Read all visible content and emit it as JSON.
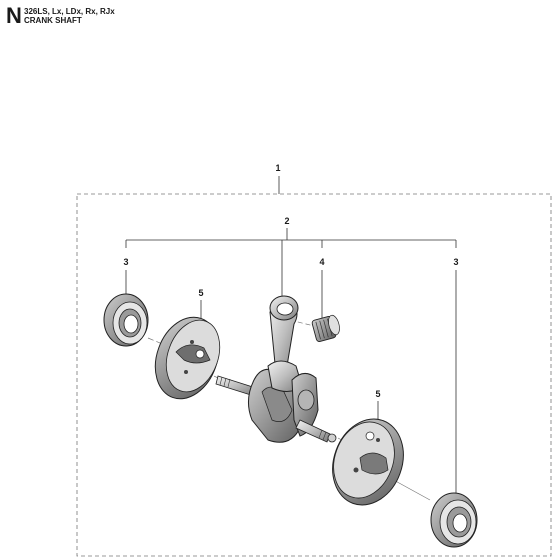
{
  "header": {
    "section_letter": "N",
    "models": "326LS, Lx, LDx, Rx, RJx",
    "title": "CRANK SHAFT"
  },
  "callouts": {
    "assembly": "1",
    "crankshaft": "2",
    "bearing_left": "3",
    "bearing_right": "3",
    "needle_bearing": "4",
    "flywheel_left": "5",
    "flywheel_right": "5"
  }
}
